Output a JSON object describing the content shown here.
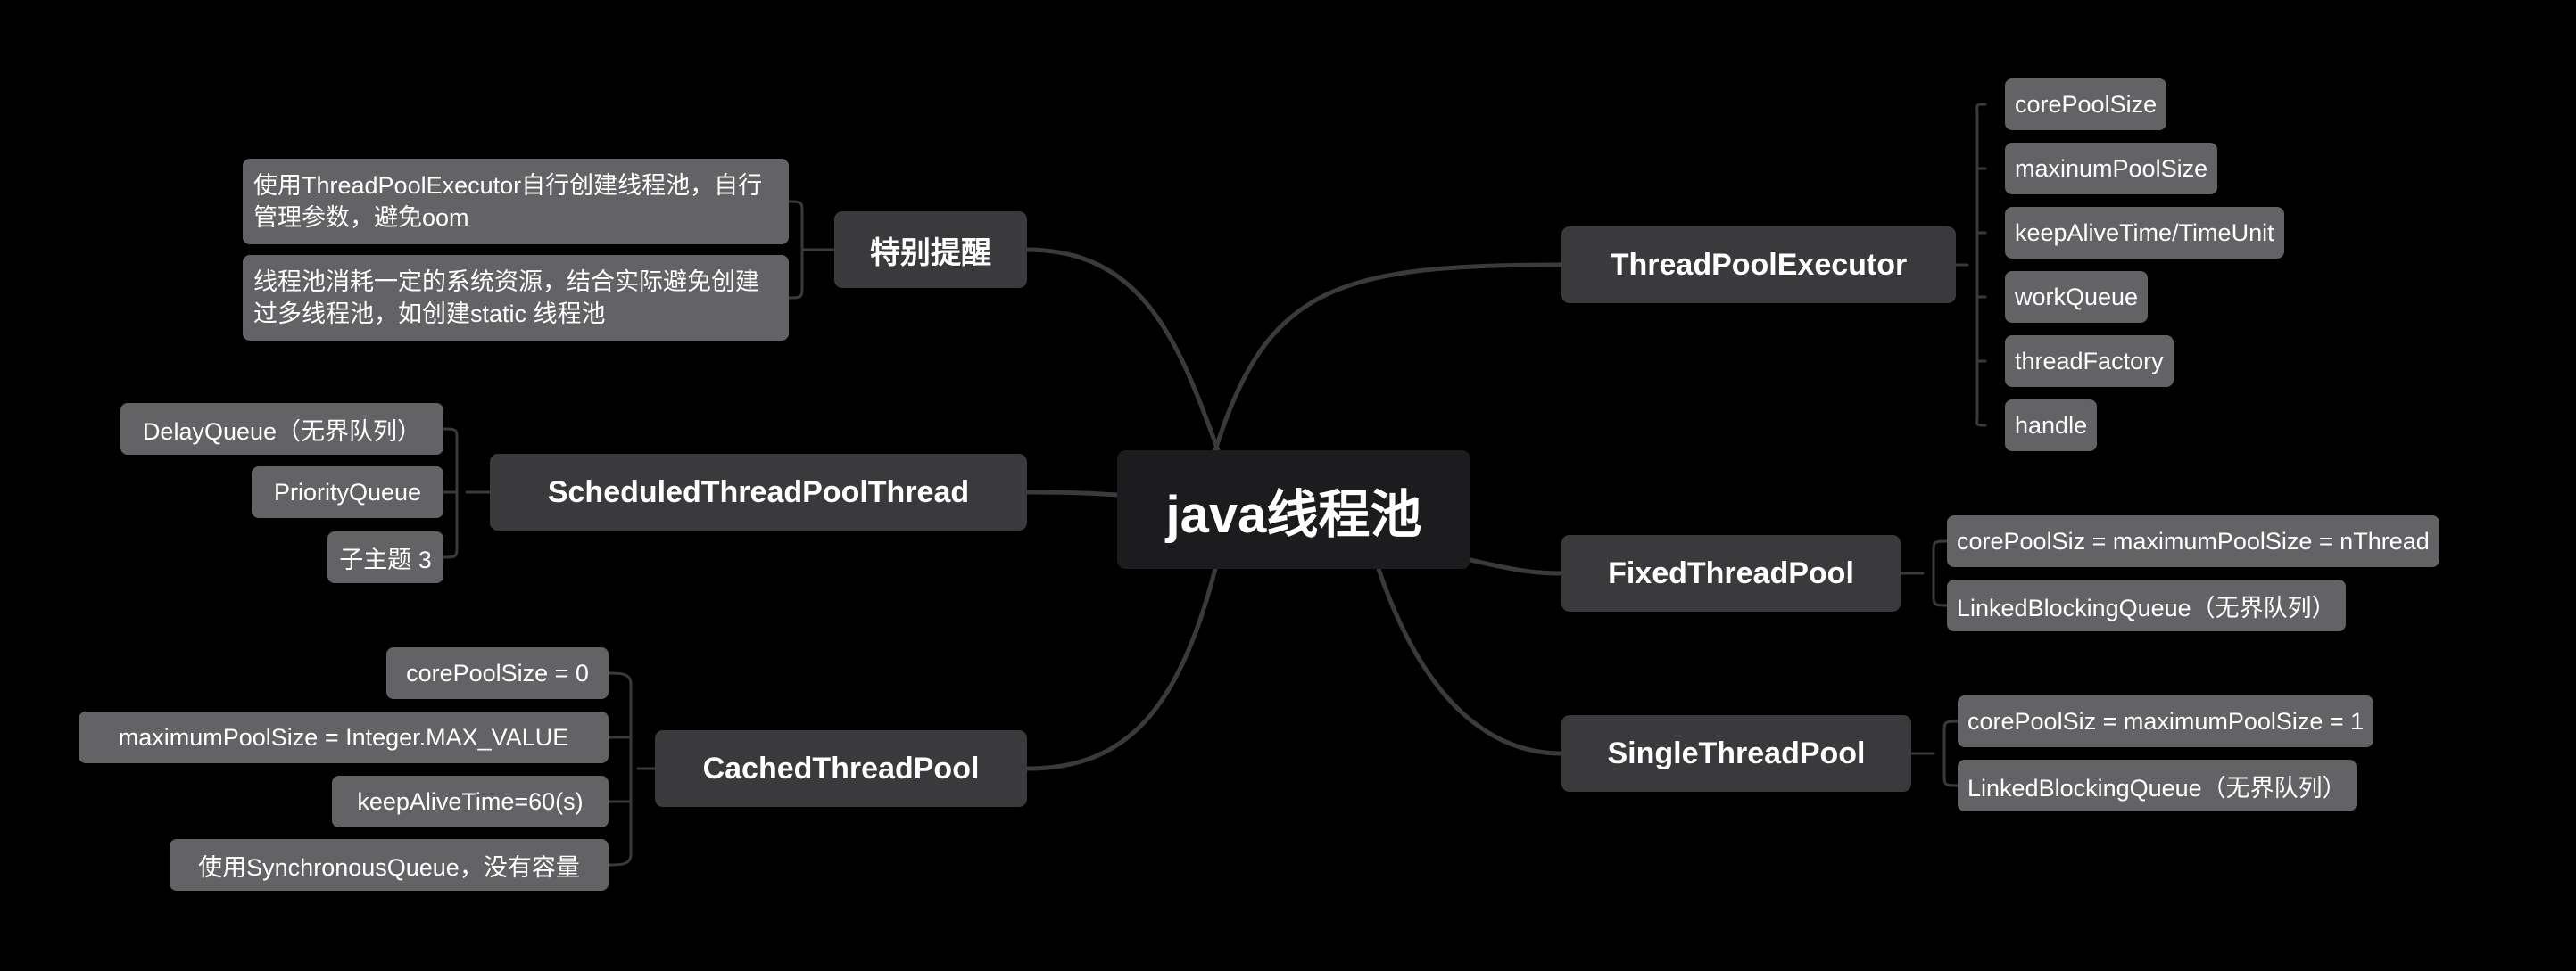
{
  "root": {
    "label": "java线程池"
  },
  "branches": [
    {
      "label": "ThreadPoolExecutor",
      "children": [
        "corePoolSize",
        "maxinumPoolSize",
        "keepAliveTime/TimeUnit",
        "workQueue",
        "threadFactory",
        "handle"
      ]
    },
    {
      "label": "FixedThreadPool",
      "children": [
        "corePoolSiz = maximumPoolSize = nThread",
        "LinkedBlockingQueue（无界队列）"
      ]
    },
    {
      "label": "SingleThreadPool",
      "children": [
        "corePoolSiz = maximumPoolSize = 1",
        "LinkedBlockingQueue（无界队列）"
      ]
    },
    {
      "label": "特别提醒",
      "children": [
        "使用ThreadPoolExecutor自行创建线程池，自行管理参数，避免oom",
        "线程池消耗一定的系统资源，结合实际避免创建过多线程池，如创建static 线程池"
      ]
    },
    {
      "label": "ScheduledThreadPoolThread",
      "children": [
        "DelayQueue（无界队列）",
        "PriorityQueue",
        "子主题 3"
      ]
    },
    {
      "label": "CachedThreadPool",
      "children": [
        "corePoolSize = 0",
        "maximumPoolSize = Integer.MAX_VALUE",
        "keepAliveTime=60(s)",
        "使用SynchronousQueue，没有容量"
      ]
    }
  ],
  "colors": {
    "background": "#000000",
    "root": "#1c1c1e",
    "topic": "#3a3a3c",
    "subtopic": "#636366",
    "line": "#3a3a3c",
    "text": "#ffffff"
  }
}
